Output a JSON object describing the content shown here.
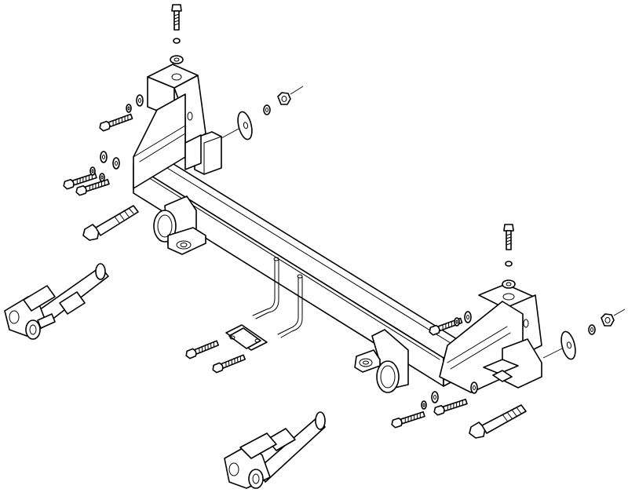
{
  "diagram": {
    "kind": "exploded-assembly",
    "colors": {
      "ink": "#000000",
      "paper": "#ffffff"
    },
    "parts": [
      "main-crossbar",
      "left-mounting-bracket",
      "right-mounting-bracket",
      "left-receiver-tube",
      "right-receiver-tube",
      "left-tow-arm-pin",
      "right-tow-arm-pin",
      "center-bracket-plate",
      "j-hook-bolts",
      "hex-bolts",
      "flat-washers",
      "lock-washers",
      "hex-nuts",
      "spacer-washers",
      "wiring-rods"
    ]
  }
}
